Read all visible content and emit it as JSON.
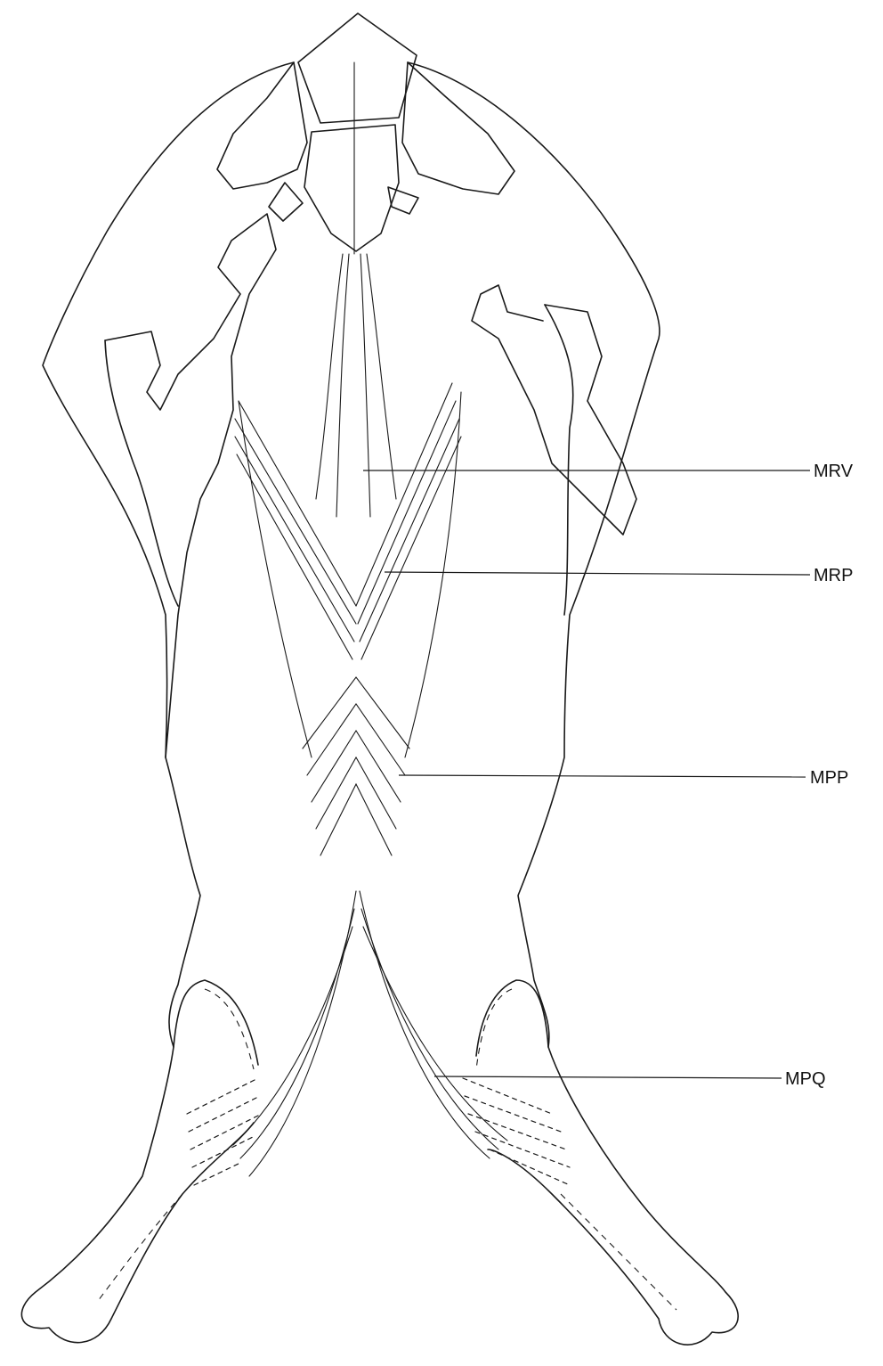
{
  "labels": [
    {
      "id": "mrv",
      "text": "MRV"
    },
    {
      "id": "mrp",
      "text": "MRP"
    },
    {
      "id": "mpp",
      "text": "MPP"
    },
    {
      "id": "mpq",
      "text": "MPQ"
    }
  ]
}
